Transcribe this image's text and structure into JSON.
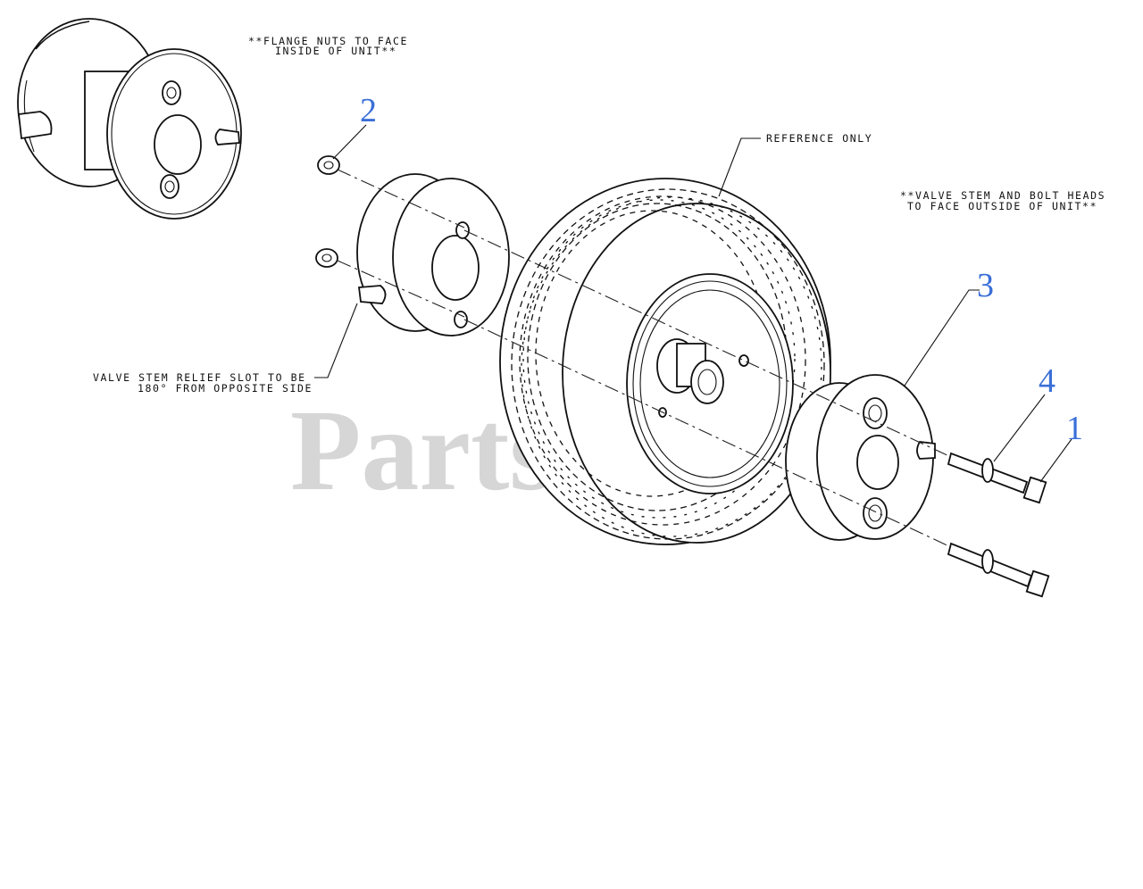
{
  "notes": {
    "flange_line1": "**FLANGE NUTS TO FACE",
    "flange_line2": "INSIDE OF UNIT**",
    "reference": "REFERENCE ONLY",
    "valve_line1": "**VALVE STEM AND BOLT HEADS",
    "valve_line2": "TO FACE OUTSIDE OF UNIT**",
    "relief_line1": "VALVE STEM RELIEF SLOT TO BE",
    "relief_line2": "180° FROM OPPOSITE SIDE"
  },
  "callouts": [
    {
      "id": "flange-nut",
      "label": "2"
    },
    {
      "id": "wheel-weight",
      "label": "3"
    },
    {
      "id": "washer",
      "label": "4"
    },
    {
      "id": "bolt",
      "label": "1"
    }
  ],
  "watermark": "PartsTree",
  "colors": {
    "callout": "#3a6fd8",
    "line": "#111111",
    "watermark": "#c9c9c9"
  }
}
